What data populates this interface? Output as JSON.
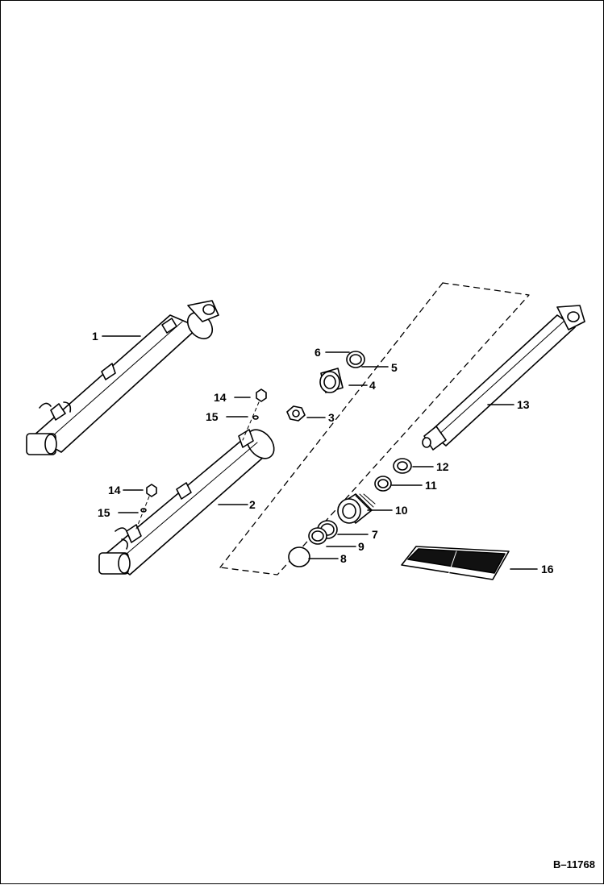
{
  "diagram": {
    "reference_code": "B–11768",
    "callouts": {
      "c1": "1",
      "c2": "2",
      "c3": "3",
      "c4": "4",
      "c5": "5",
      "c6": "6",
      "c7": "7",
      "c8": "8",
      "c9": "9",
      "c10": "10",
      "c11": "11",
      "c12": "12",
      "c13": "13",
      "c14a": "14",
      "c14b": "14",
      "c15a": "15",
      "c15b": "15",
      "c16": "16"
    }
  }
}
